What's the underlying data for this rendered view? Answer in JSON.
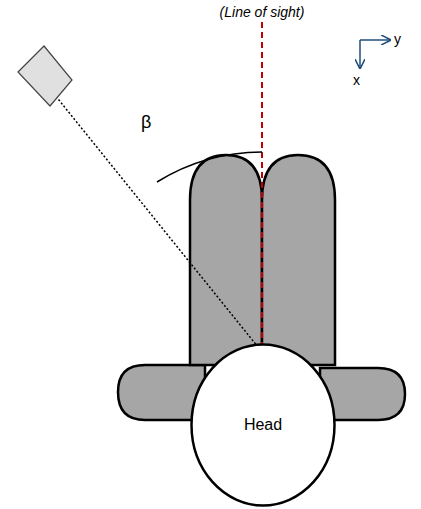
{
  "diagram": {
    "nodes": [
      {
        "text": [
          "Head"
        ]
      }
    ],
    "labels": [
      "(Line of sight)",
      "y",
      "x",
      "β"
    ]
  }
}
